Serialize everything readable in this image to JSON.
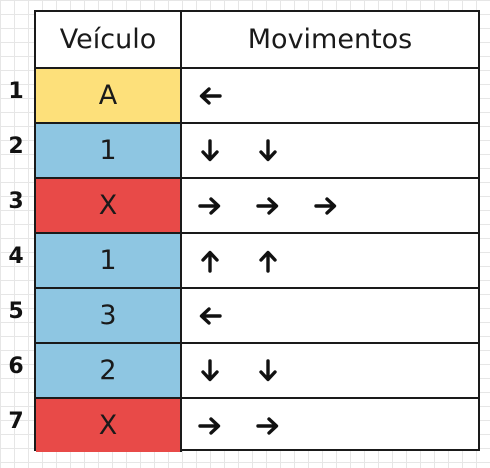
{
  "colors": {
    "yellow": "#fde07a",
    "blue": "#8ec6e2",
    "red": "#e84a48",
    "border": "#1a1a1a"
  },
  "header": {
    "vehicle": "Veículo",
    "moves": "Movimentos"
  },
  "rows": [
    {
      "number": "1",
      "vehicle": "A",
      "color": "yellow",
      "moves": [
        "left"
      ]
    },
    {
      "number": "2",
      "vehicle": "1",
      "color": "blue",
      "moves": [
        "down",
        "down"
      ]
    },
    {
      "number": "3",
      "vehicle": "X",
      "color": "red",
      "moves": [
        "right",
        "right",
        "right"
      ]
    },
    {
      "number": "4",
      "vehicle": "1",
      "color": "blue",
      "moves": [
        "up",
        "up"
      ]
    },
    {
      "number": "5",
      "vehicle": "3",
      "color": "blue",
      "moves": [
        "left"
      ]
    },
    {
      "number": "6",
      "vehicle": "2",
      "color": "blue",
      "moves": [
        "down",
        "down"
      ]
    },
    {
      "number": "7",
      "vehicle": "X",
      "color": "red",
      "moves": [
        "right",
        "right"
      ]
    }
  ]
}
